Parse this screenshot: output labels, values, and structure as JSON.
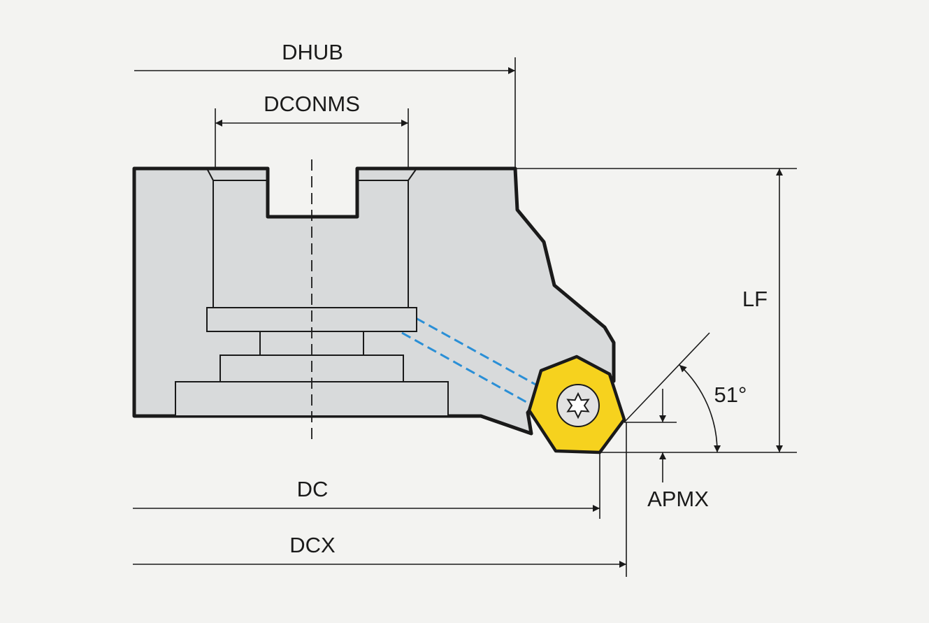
{
  "labels": {
    "dhub": "DHUB",
    "dconms": "DCONMS",
    "lf": "LF",
    "angle": "51°",
    "apmx": "APMX",
    "dc": "DC",
    "dcx": "DCX"
  },
  "colors": {
    "background": "#f3f3f1",
    "body": "#d8dadb",
    "insert": "#f6d21e",
    "coolant": "#2a8fd6",
    "line": "#1a1a1a"
  },
  "icons": {
    "screw": "torx-screw-icon"
  }
}
